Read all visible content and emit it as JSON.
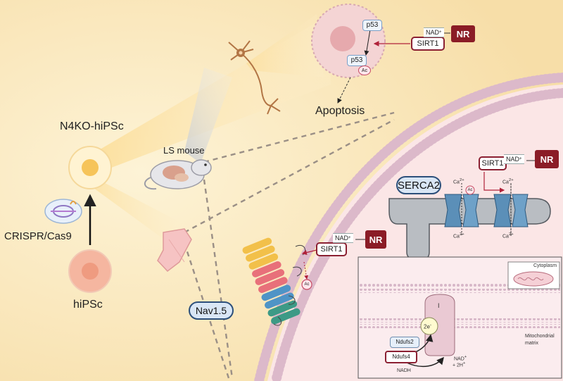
{
  "labels": {
    "n4ko": "N4KO-hiPSc",
    "hipsc": "hiPSc",
    "crispr": "CRISPR/Cas9",
    "ls_mouse": "LS mouse",
    "apoptosis": "Apoptosis",
    "nav15": "Nav1.5",
    "serca2": "SERCA2"
  },
  "nucleus": {
    "p53": "p53",
    "p53_ac": "p53",
    "ac": "Ac",
    "sirt1": "SIRT1",
    "nad": "NAD",
    "nad_sup": "+",
    "nr": "NR"
  },
  "serca": {
    "sirt1": "SIRT1",
    "nad": "NAD",
    "nad_sup": "+",
    "nr": "NR",
    "ac": "Ac",
    "ca_top_left": "Ca",
    "ca_top_right": "Ca",
    "ca_bottom_left": "Ca",
    "ca_bottom_right": "Ca",
    "ca_sup": "2+"
  },
  "membrane": {
    "sirt1": "SIRT1",
    "nad": "NAD",
    "nad_sup": "+",
    "nr": "NR",
    "ac": "Ac"
  },
  "mito": {
    "cytoplasm": "Cytoplasm",
    "matrix_line1": "Mitochondrial",
    "matrix_line2": "matrix",
    "complex": "I",
    "electrons": "2e",
    "electrons_sup": "-",
    "ndufs2": "Ndufs2",
    "ndufs4": "Ndufs4",
    "nadh": "NADH",
    "nad_line1": "NAD",
    "nad_line1_sup": "+",
    "nad_line2": "+ 2H",
    "nad_line2_sup": "+"
  },
  "colors": {
    "background": "#fbeac2",
    "cell_interior": "#fbe4e4",
    "nr_red": "#8b1c26",
    "sirt_border": "#8b2032",
    "channel_blue": "#5b8fb8",
    "serca_gray": "#b8bcc0"
  }
}
